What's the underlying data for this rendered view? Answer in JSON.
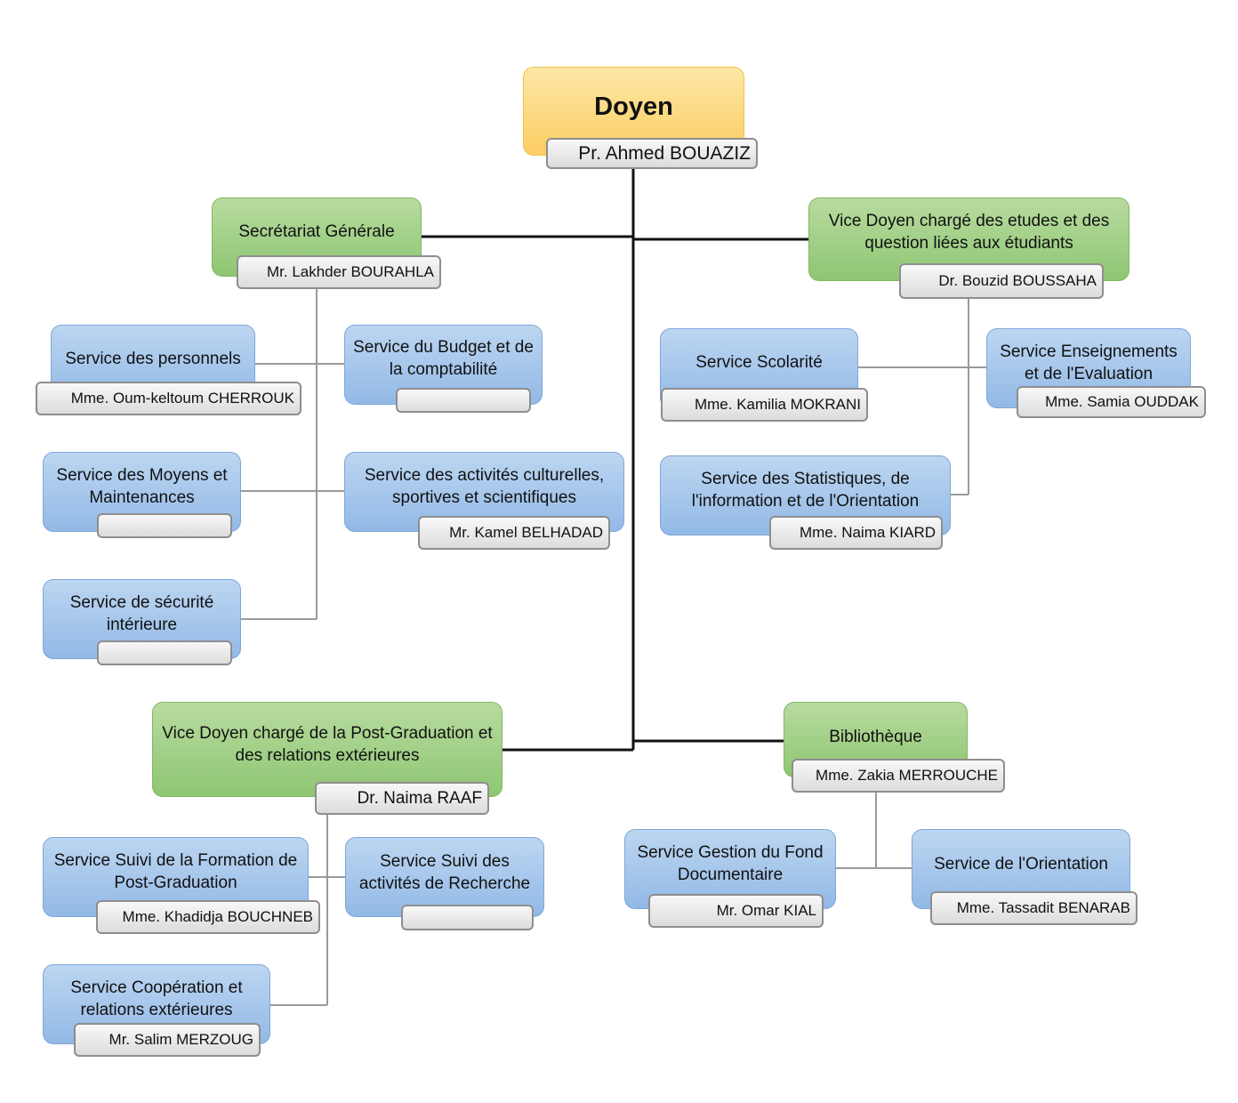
{
  "doyen": {
    "title": "Doyen",
    "name": "Pr. Ahmed BOUAZIZ"
  },
  "secretariat": {
    "title": "Secrétariat Générale",
    "name": "Mr. Lakhder BOURAHLA"
  },
  "vd_etudes": {
    "title": "Vice Doyen chargé des etudes et des question liées aux étudiants",
    "name": "Dr. Bouzid BOUSSAHA"
  },
  "vd_post": {
    "title": "Vice Doyen chargé de la Post-Graduation et des relations extérieures",
    "name": "Dr. Naima RAAF"
  },
  "bibliotheque": {
    "title": "Bibliothèque",
    "name": "Mme. Zakia MERROUCHE"
  },
  "services": {
    "personnels": {
      "title": "Service des personnels",
      "name": "Mme. Oum-keltoum CHERROUK"
    },
    "budget": {
      "title": "Service du Budget et de la comptabilité",
      "name": ""
    },
    "moyens": {
      "title": "Service des Moyens et Maintenances",
      "name": ""
    },
    "activites": {
      "title": "Service des activités culturelles, sportives et scientifiques",
      "name": "Mr. Kamel BELHADAD"
    },
    "securite": {
      "title": "Service de sécurité intérieure",
      "name": ""
    },
    "scolarite": {
      "title": "Service Scolarité",
      "name": "Mme. Kamilia MOKRANI"
    },
    "enseignements": {
      "title": "Service Enseignements et de l'Evaluation",
      "name": "Mme. Samia OUDDAK"
    },
    "statistiques": {
      "title": "Service des Statistiques, de l'information et de l'Orientation",
      "name": "Mme. Naima KIARD"
    },
    "suivi_formation": {
      "title": "Service Suivi de la Formation de Post-Graduation",
      "name": "Mme. Khadidja BOUCHNEB"
    },
    "suivi_recherche": {
      "title": "Service Suivi des activités de Recherche",
      "name": ""
    },
    "cooperation": {
      "title": "Service Coopération et relations extérieures",
      "name": "Mr. Salim MERZOUG"
    },
    "gestion_fond": {
      "title": "Service Gestion du Fond Documentaire",
      "name": "Mr. Omar KIAL"
    },
    "orientation": {
      "title": "Service de l'Orientation",
      "name": "Mme. Tassadit BENARAB"
    }
  }
}
